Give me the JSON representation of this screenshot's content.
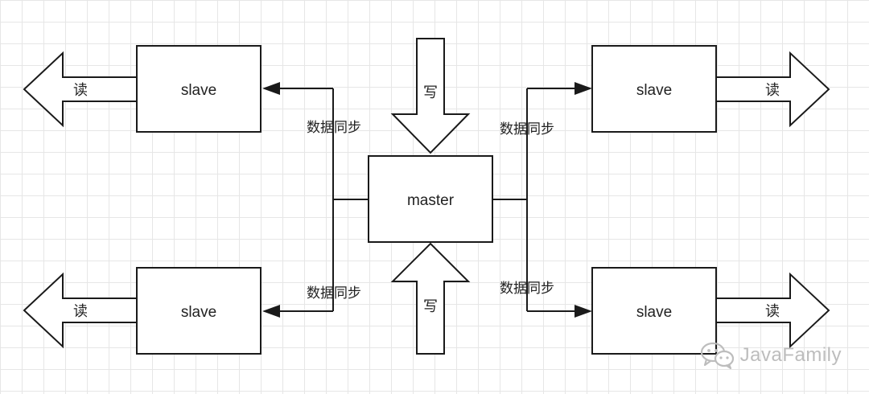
{
  "nodes": {
    "master": "master",
    "slave_top_left": "slave",
    "slave_bottom_left": "slave",
    "slave_top_right": "slave",
    "slave_bottom_right": "slave"
  },
  "edges": {
    "sync_top_left": "数据同步",
    "sync_bottom_left": "数据同步",
    "sync_top_right": "数据同步",
    "sync_bottom_right": "数据同步"
  },
  "arrows": {
    "write_top": "写",
    "write_bottom": "写",
    "read_top_left": "读",
    "read_bottom_left": "读",
    "read_top_right": "读",
    "read_bottom_right": "读"
  },
  "watermark": {
    "text": "JavaFamily",
    "icon": "wechat-icon"
  },
  "colors": {
    "stroke": "#1a1a1a",
    "grid": "#e6e6e6",
    "watermark": "#bdbdbd"
  }
}
